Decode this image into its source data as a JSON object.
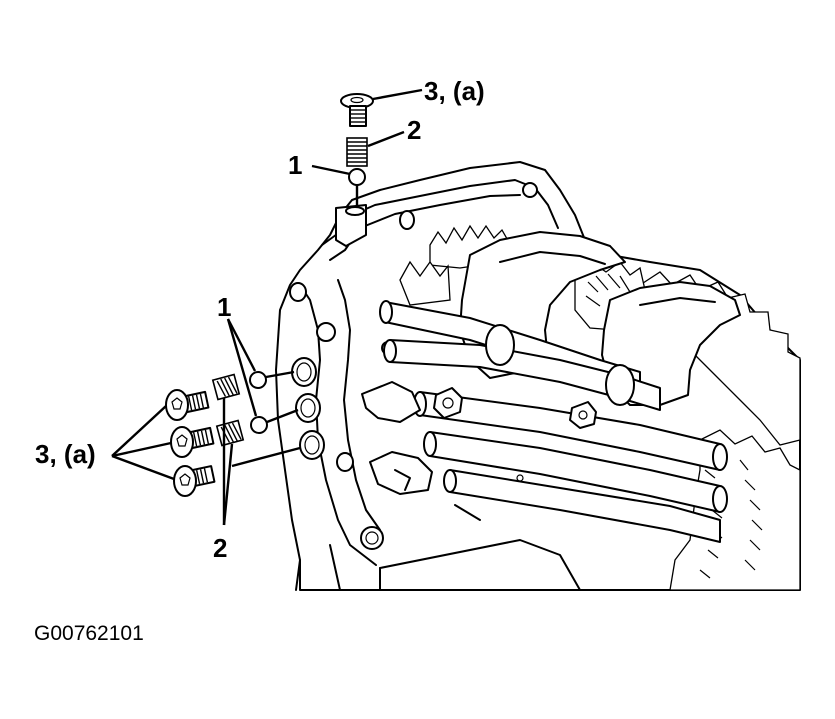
{
  "callouts": {
    "top_bolt": "3, (a)",
    "top_spring": "2",
    "top_ball": "1",
    "side_balls": "1",
    "side_bolts": "3, (a)",
    "side_springs": "2"
  },
  "figure_code": "G00762101"
}
